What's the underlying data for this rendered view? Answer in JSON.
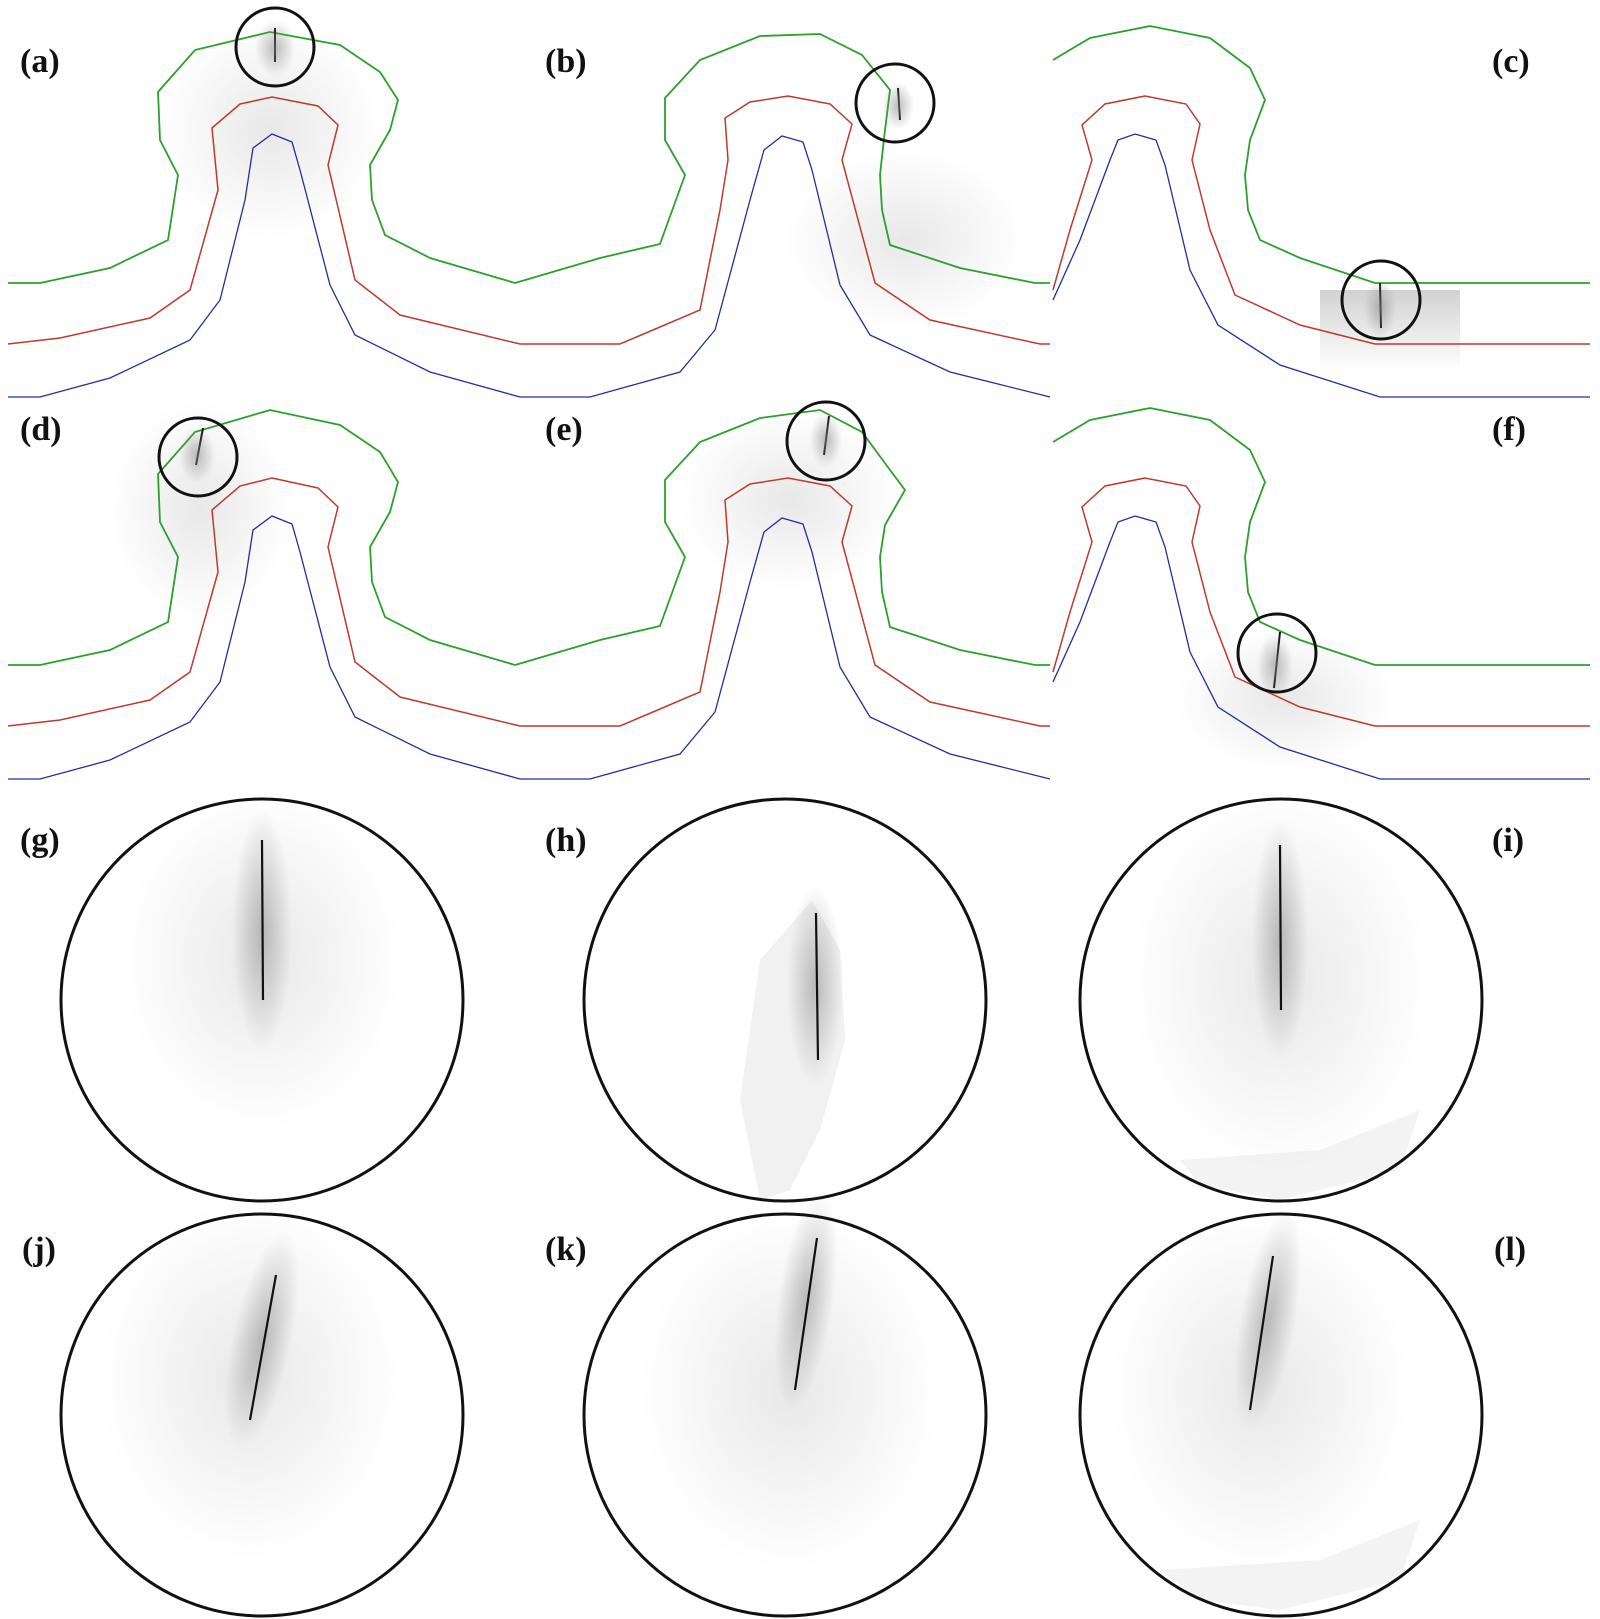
{
  "figure": {
    "panels": [
      {
        "id": "a",
        "label": "(a)"
      },
      {
        "id": "b",
        "label": "(b)"
      },
      {
        "id": "c",
        "label": "(c)"
      },
      {
        "id": "d",
        "label": "(d)"
      },
      {
        "id": "e",
        "label": "(e)"
      },
      {
        "id": "f",
        "label": "(f)"
      },
      {
        "id": "g",
        "label": "(g)"
      },
      {
        "id": "h",
        "label": "(h)"
      },
      {
        "id": "i",
        "label": "(i)"
      },
      {
        "id": "j",
        "label": "(j)"
      },
      {
        "id": "k",
        "label": "(k)"
      },
      {
        "id": "l",
        "label": "(l)"
      }
    ],
    "colors": {
      "outer_boundary": "#2ca02c",
      "middle_boundary": "#c0392b",
      "inner_boundary": "#1f2f9f",
      "crack": "#111111",
      "circle": "#111111",
      "shading": "#9a9a9a"
    }
  }
}
